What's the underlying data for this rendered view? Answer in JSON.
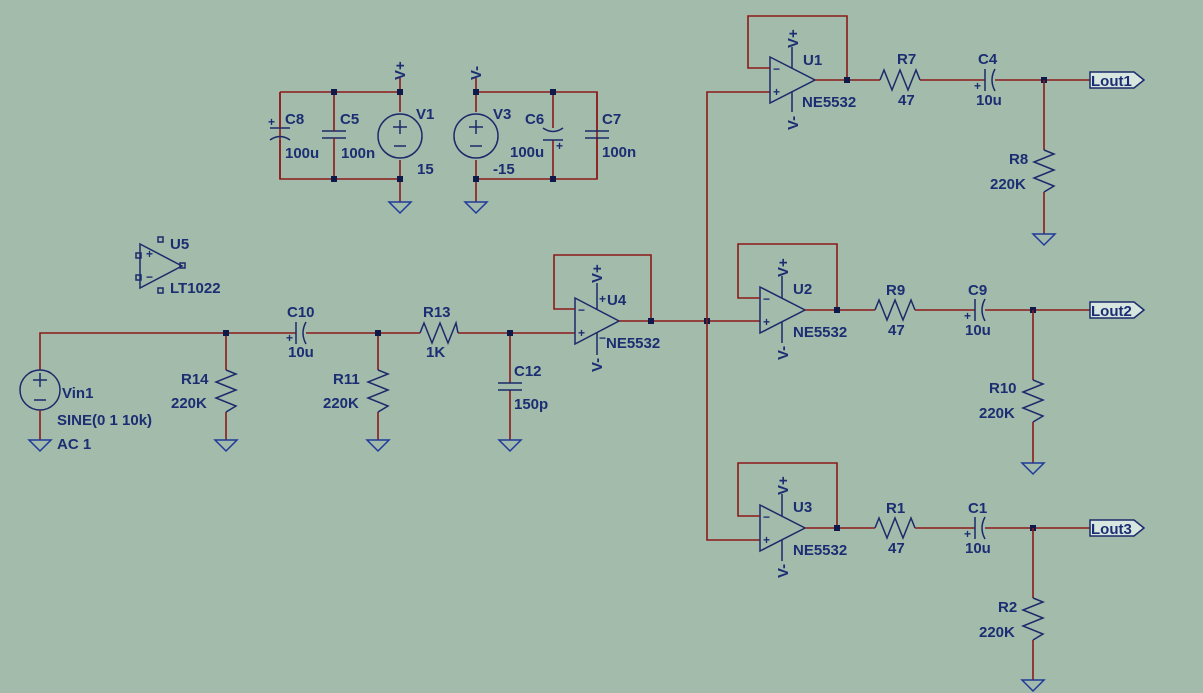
{
  "colors": {
    "background": "#a3bbaa",
    "wire": "#8b1a1a",
    "component": "#1a2a6b",
    "text": "#1b2e73",
    "ground": "#1f3a9a"
  },
  "sources": {
    "vin1": {
      "name": "Vin1",
      "value": "SINE(0 1 10k)",
      "ac": "AC 1"
    },
    "v1": {
      "name": "V1",
      "value": "15",
      "net": "V+"
    },
    "v3": {
      "name": "V3",
      "value": "-15",
      "net": "V-"
    }
  },
  "caps": {
    "c8": {
      "name": "C8",
      "value": "100u"
    },
    "c5": {
      "name": "C5",
      "value": "100n"
    },
    "c6": {
      "name": "C6",
      "value": "100u"
    },
    "c7": {
      "name": "C7",
      "value": "100n"
    },
    "c10": {
      "name": "C10",
      "value": "10u"
    },
    "c12": {
      "name": "C12",
      "value": "150p"
    },
    "c4": {
      "name": "C4",
      "value": "10u"
    },
    "c9": {
      "name": "C9",
      "value": "10u"
    },
    "c1": {
      "name": "C1",
      "value": "10u"
    }
  },
  "resistors": {
    "r14": {
      "name": "R14",
      "value": "220K"
    },
    "r11": {
      "name": "R11",
      "value": "220K"
    },
    "r13": {
      "name": "R13",
      "value": "1K"
    },
    "r7": {
      "name": "R7",
      "value": "47"
    },
    "r9": {
      "name": "R9",
      "value": "47"
    },
    "r1": {
      "name": "R1",
      "value": "47"
    },
    "r8": {
      "name": "R8",
      "value": "220K"
    },
    "r10": {
      "name": "R10",
      "value": "220K"
    },
    "r2": {
      "name": "R2",
      "value": "220K"
    }
  },
  "opamps": {
    "u5": {
      "name": "U5",
      "model": "LT1022"
    },
    "u4": {
      "name": "U4",
      "model": "NE5532"
    },
    "u1": {
      "name": "U1",
      "model": "NE5532"
    },
    "u2": {
      "name": "U2",
      "model": "NE5532"
    },
    "u3": {
      "name": "U3",
      "model": "NE5532"
    }
  },
  "nets": {
    "vplus": "V+",
    "vminus": "V-"
  },
  "outputs": {
    "lout1": "Lout1",
    "lout2": "Lout2",
    "lout3": "Lout3"
  }
}
